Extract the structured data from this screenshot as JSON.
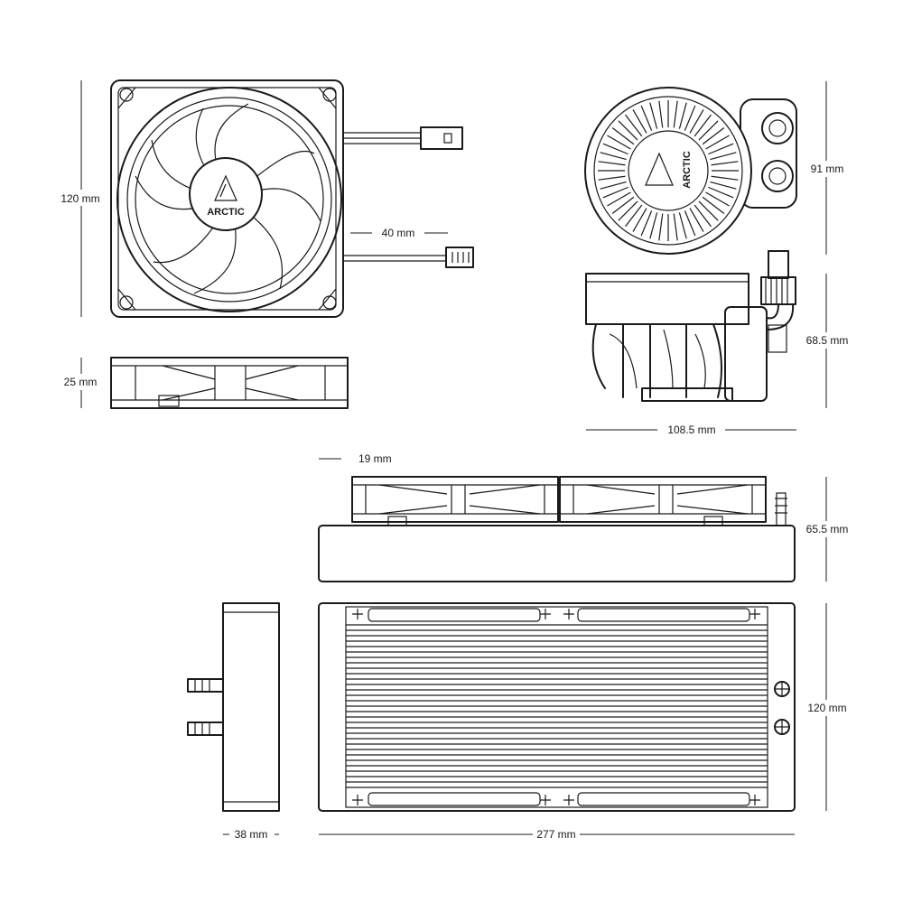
{
  "brand": "ARCTIC",
  "dimensions": {
    "fan_height": "120 mm",
    "fan_cable": "40 mm",
    "fan_thickness": "25 mm",
    "pump_diameter": "91 mm",
    "pump_height": "68.5 mm",
    "pump_width": "108.5 mm",
    "fan_offset": "19 mm",
    "radiator_stack_height": "65.5 mm",
    "radiator_height": "120 mm",
    "radiator_thickness": "38 mm",
    "radiator_length": "277 mm"
  }
}
